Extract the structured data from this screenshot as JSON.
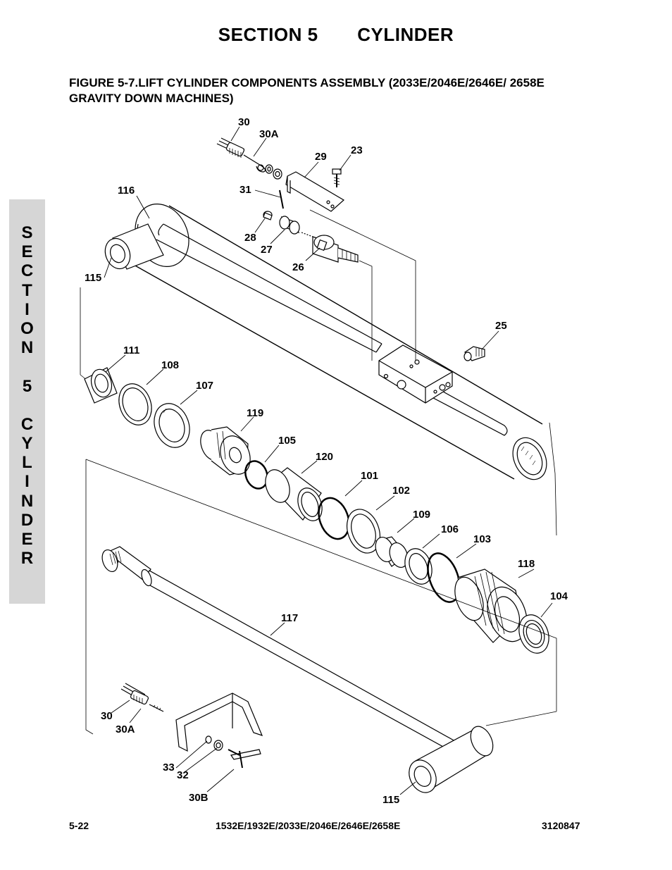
{
  "header": {
    "section_number": "SECTION 5",
    "section_name": "CYLINDER"
  },
  "figure": {
    "title": "FIGURE 5-7.LIFT CYLINDER COMPONENTS ASSEMBLY (2033E/2046E/2646E/ 2658E GRAVITY DOWN MACHINES)"
  },
  "side_tab": {
    "letters": [
      "S",
      "E",
      "C",
      "T",
      "I",
      "O",
      "N",
      "",
      "5",
      "",
      "C",
      "Y",
      "L",
      "I",
      "N",
      "D",
      "E",
      "R"
    ]
  },
  "callouts": {
    "c30_top": "30",
    "c30a_top": "30A",
    "c29": "29",
    "c23": "23",
    "c116": "116",
    "c31": "31",
    "c28": "28",
    "c27": "27",
    "c26": "26",
    "c115_top": "115",
    "c25": "25",
    "c111": "111",
    "c108": "108",
    "c107": "107",
    "c119": "119",
    "c105": "105",
    "c120": "120",
    "c101": "101",
    "c102": "102",
    "c109": "109",
    "c106": "106",
    "c103": "103",
    "c118": "118",
    "c104": "104",
    "c117": "117",
    "c30_bottom": "30",
    "c30a_bottom": "30A",
    "c33": "33",
    "c32": "32",
    "c30b": "30B",
    "c115_bottom": "115"
  },
  "footer": {
    "page_number": "5-22",
    "models": "1532E/1932E/2033E/2046E/2646E/2658E",
    "doc_number": "3120847"
  }
}
